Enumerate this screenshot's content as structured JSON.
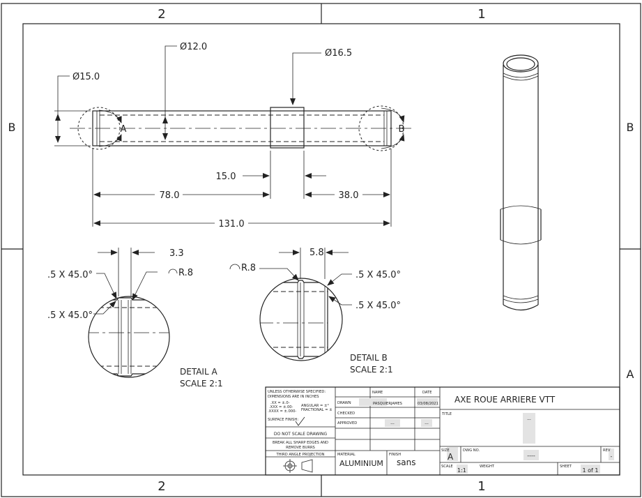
{
  "zones": {
    "top_left": "2",
    "top_right": "1",
    "bottom_left": "2",
    "bottom_right": "1",
    "left": "B",
    "right_top": "B",
    "right_bottom": "A"
  },
  "dimensions": {
    "dia_15": "Ø15.0",
    "dia_12": "Ø12.0",
    "dia_16_5": "Ø16.5",
    "len_15": "15.0",
    "len_78": "78.0",
    "len_38": "38.0",
    "len_131": "131.0",
    "len_3_3": "3.3",
    "len_5_8": "5.8",
    "chamfer": ".5 X 45.0°",
    "radius": "R.8"
  },
  "callouts": {
    "a": "A",
    "b": "B"
  },
  "details": {
    "a_title": "DETAIL A",
    "b_title": "DETAIL B",
    "scale": "SCALE 2:1"
  },
  "title_block": {
    "notes_1": "UNLESS OTHERWISE SPECIFIED:",
    "notes_2": "DIMENSIONS ARE IN INCHES",
    "tol_1": ".XX = ±.0-",
    "tol_2": ".XXX = ±.00-",
    "tol_3": ".XXXX = ±.000-",
    "angular": "ANGULAR = ±°",
    "fractional": "FRACTIONAL = ±",
    "surface_finish": "SURFACE FINISH:",
    "do_not_scale": "DO NOT SCALE DRAWING",
    "break_edges_1": "BREAK ALL SHARP EDGES AND",
    "break_edges_2": "REMOVE BURRS",
    "projection": "THIRD ANGLE PROJECTION",
    "col_name": "NAME",
    "col_date": "DATE",
    "row_drawn": "DRAWN",
    "row_checked": "CHECKED",
    "row_approved": "APPROVED",
    "drawn_name": "PASQUIERJAMES",
    "drawn_date": "03/08/2021",
    "approved_name": "---",
    "approved_date": "---",
    "part_title": "AXE ROUE ARRIERE VTT",
    "title_label": "TITLE",
    "title_value": "---",
    "material_label": "MATERIAL",
    "material": "ALUMINIUM",
    "finish_label": "FINISH",
    "finish": "sans",
    "size_label": "SIZE",
    "size": "A",
    "dwg_no_label": "DWG NO.",
    "dwg_no": "----",
    "rev_label": "REV",
    "rev": "-",
    "scale_label": "SCALE",
    "scale": "1:1",
    "weight_label": "WEIGHT",
    "sheet_label": "SHEET",
    "sheet": "1 of 1"
  }
}
